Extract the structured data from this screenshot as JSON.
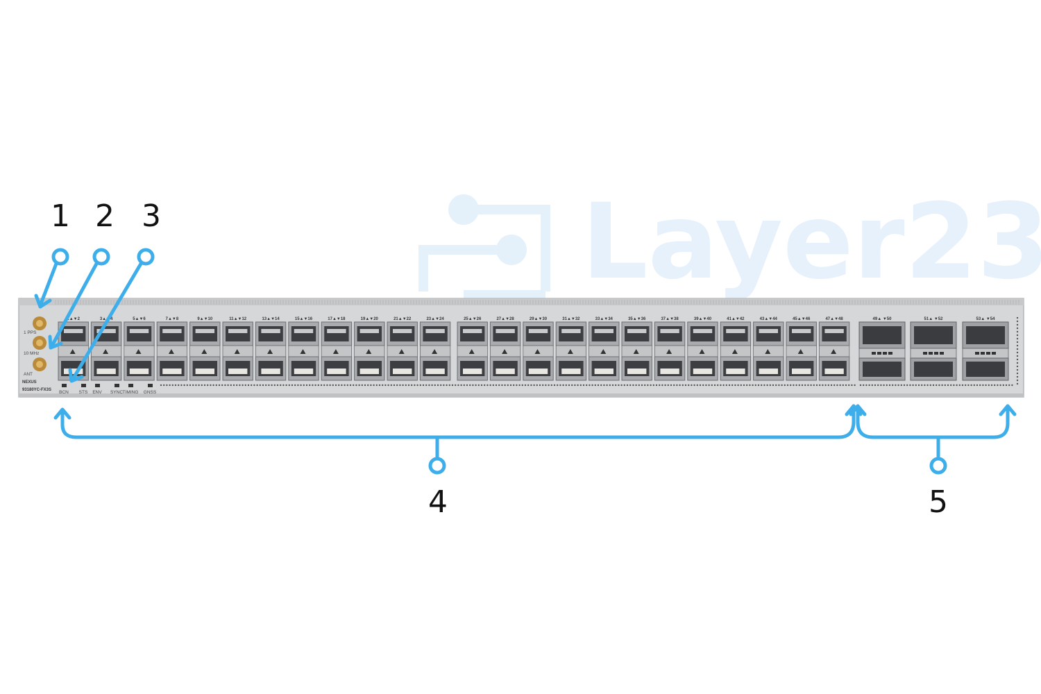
{
  "colors": {
    "callout_blue": "#3daeea",
    "watermark": "#e6f1fb",
    "chassis": "#d5d6d8",
    "port_bg": "#b9bbbd"
  },
  "watermark_text": "Layer23",
  "device": {
    "brand_lines": [
      "NEXUS",
      "93180YC-FX3S"
    ],
    "timing_labels": [
      "1 PPS",
      "10 MHz",
      "ANT"
    ],
    "led_labels": [
      "BCN",
      "STS",
      "ENV",
      "SYNC",
      "TIMING",
      "GNSS"
    ],
    "sfp_pair_labels": [
      "1▲▼2",
      "3▲▼4",
      "5▲▼6",
      "7▲▼8",
      "9▲▼10",
      "11▲▼12",
      "13▲▼14",
      "15▲▼16",
      "17▲▼18",
      "19▲▼20",
      "21▲▼22",
      "23▲▼24",
      "25▲▼26",
      "27▲▼28",
      "29▲▼30",
      "31▲▼32",
      "33▲▼34",
      "35▲▼36",
      "37▲▼38",
      "39▲▼40",
      "41▲▼42",
      "43▲▼44",
      "45▲▼46",
      "47▲▼48"
    ],
    "qsfp_pair_labels": [
      "49▲ ▼50",
      "51▲ ▼52",
      "53▲ ▼54"
    ]
  },
  "callouts": [
    "1",
    "2",
    "3",
    "4",
    "5"
  ]
}
